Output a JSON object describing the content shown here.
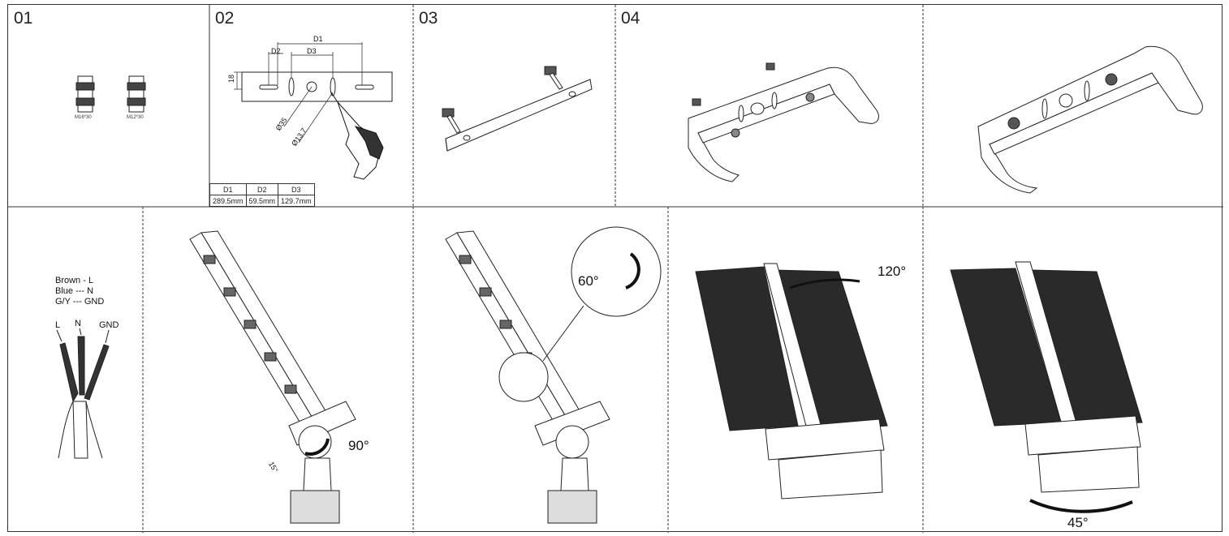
{
  "steps": [
    {
      "label": "01"
    },
    {
      "label": "02"
    },
    {
      "label": "03"
    },
    {
      "label": "04"
    }
  ],
  "bolts": {
    "left": "M16*30",
    "right": "M12*30"
  },
  "dimensions": {
    "d1": "D1",
    "d2": "D2",
    "d3": "D3",
    "height": "18",
    "hole_large": "Ø35",
    "hole_small": "Ø13.7",
    "table": {
      "headers": [
        "D1",
        "D2",
        "D3"
      ],
      "values": [
        "289.5mm",
        "59.5mm",
        "129.7mm"
      ]
    }
  },
  "wiring": {
    "lines": [
      "Brown - L",
      "Blue --- N",
      "G/Y --- GND"
    ],
    "terminals": [
      "L",
      "N",
      "GND"
    ]
  },
  "angles": {
    "tilt": "90°",
    "tilt_small": "15°",
    "adjust": "60°",
    "rotate": "120°",
    "swivel": "45°"
  },
  "colors": {
    "line": "#333333",
    "panel": "#2a2a2a"
  }
}
